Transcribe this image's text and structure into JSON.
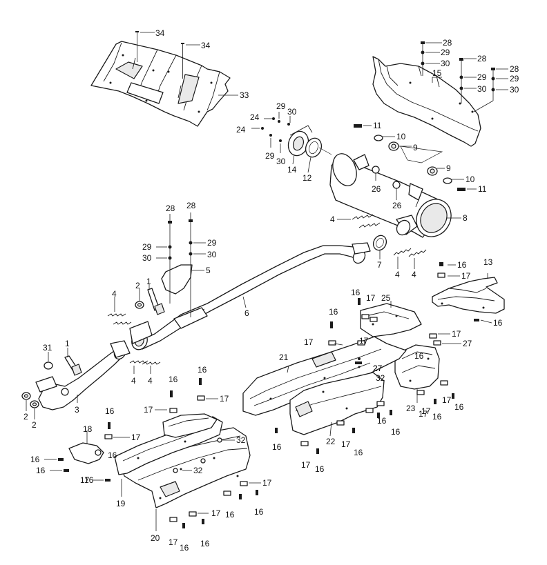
{
  "diagram": {
    "type": "exploded-parts-diagram",
    "line_color": "#1a1a1a",
    "background": "#ffffff"
  },
  "callouts": [
    "34",
    "34",
    "33",
    "28",
    "29",
    "30",
    "28",
    "29",
    "30",
    "28",
    "29",
    "30",
    "15",
    "24",
    "29",
    "30",
    "24",
    "29",
    "30",
    "14",
    "12",
    "11",
    "10",
    "9",
    "9",
    "10",
    "11",
    "26",
    "26",
    "8",
    "4",
    "7",
    "4",
    "4",
    "28",
    "28",
    "29",
    "29",
    "30",
    "30",
    "5",
    "6",
    "1",
    "2",
    "4",
    "1",
    "31",
    "4",
    "4",
    "2",
    "2",
    "3",
    "16",
    "17",
    "13",
    "16",
    "17",
    "16",
    "17",
    "27",
    "25",
    "16",
    "17",
    "17",
    "27",
    "21",
    "27",
    "32",
    "17",
    "16",
    "16",
    "17",
    "16",
    "17",
    "16",
    "16",
    "17",
    "16",
    "17",
    "18",
    "16",
    "16",
    "16",
    "32",
    "32",
    "22",
    "16",
    "17",
    "16",
    "23",
    "17",
    "16",
    "17",
    "16",
    "17",
    "16",
    "17",
    "16",
    "16",
    "17",
    "16",
    "19",
    "20",
    "17",
    "16",
    "16"
  ]
}
